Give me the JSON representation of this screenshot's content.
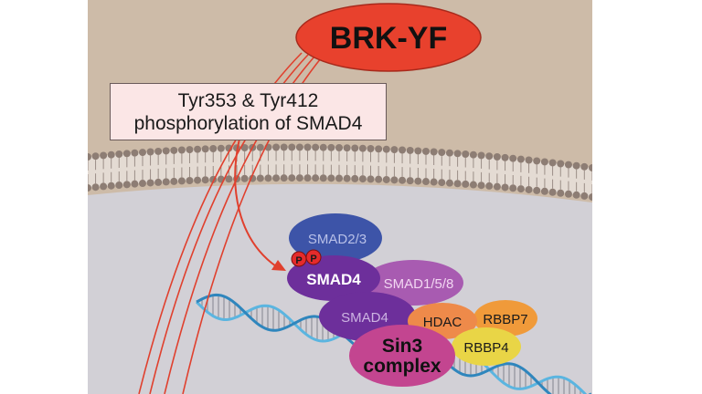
{
  "kinase": "BRK-YF",
  "callout": {
    "line1": "Tyr353 & Tyr412",
    "line2": "phosphorylation of SMAD4"
  },
  "phospho_label": "P",
  "proteins": {
    "smad23": "SMAD2/3",
    "smad4_top": "SMAD4",
    "smad158": "SMAD1/5/8",
    "smad4_bottom": "SMAD4",
    "hdac": "HDAC",
    "rbbp7": "RBBP7",
    "rbbp4": "RBBP4",
    "sin3_line1": "Sin3",
    "sin3_line2": "complex"
  },
  "colors": {
    "cytoplasm": "#cdbba8",
    "nucleus": "#d2d0d6",
    "membrane_head": "#8d7d74",
    "arrow": "#e0402e",
    "brk": "#e8412d",
    "smad23": "#3d54a8",
    "smad4": "#6d2f9b",
    "smad158": "#a85bb1",
    "hdac": "#ee8a4a",
    "rbbp7": "#f09a3a",
    "rbbp4": "#e9d546",
    "sin3": "#c34590",
    "dna": "#5bb5e0"
  }
}
